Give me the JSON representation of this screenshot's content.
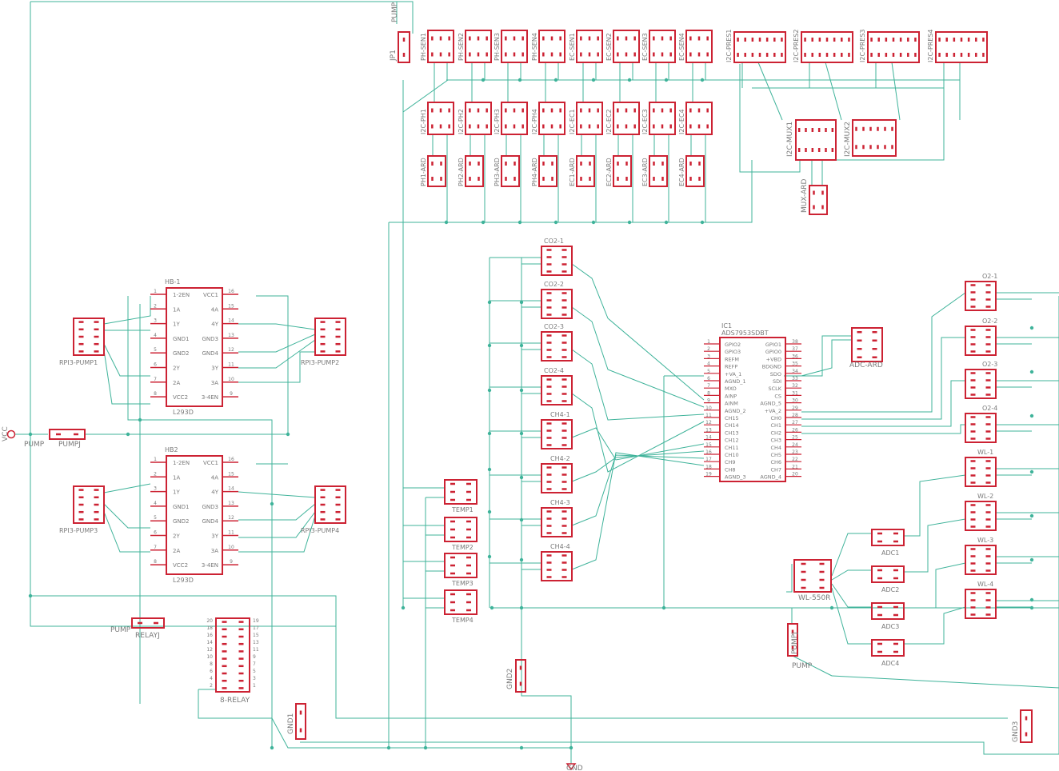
{
  "colors": {
    "wire": "#3fb39a",
    "part": "#cc2233",
    "text": "#7a7a7a",
    "junction": "#2fa585"
  },
  "headers_top": [
    {
      "name": "PH-SEN1"
    },
    {
      "name": "PH-SEN2"
    },
    {
      "name": "PH-SEN3"
    },
    {
      "name": "PH-SEN4"
    },
    {
      "name": "EC-SEN1"
    },
    {
      "name": "EC-SEN2"
    },
    {
      "name": "EC-SEN3"
    },
    {
      "name": "EC-SEN4"
    }
  ],
  "headers_i2c": [
    {
      "name": "I2C-PH1"
    },
    {
      "name": "I2C-PH2"
    },
    {
      "name": "I2C-PH3"
    },
    {
      "name": "I2C-PH4"
    },
    {
      "name": "I2C-EC1"
    },
    {
      "name": "I2C-EC2"
    },
    {
      "name": "I2C-EC3"
    },
    {
      "name": "I2C-EC4"
    }
  ],
  "headers_ard": [
    {
      "name": "PH1-ARD"
    },
    {
      "name": "PH2-ARD"
    },
    {
      "name": "PH3-ARD"
    },
    {
      "name": "PH4-ARD"
    },
    {
      "name": "EC1-ARD"
    },
    {
      "name": "EC2-ARD"
    },
    {
      "name": "EC3-ARD"
    },
    {
      "name": "EC4-ARD"
    }
  ],
  "pres": [
    {
      "name": "I2C-PRES1"
    },
    {
      "name": "I2C-PRES2"
    },
    {
      "name": "I2C-PRES3"
    },
    {
      "name": "I2C-PRES4"
    }
  ],
  "labels": {
    "pump_top": "PUMP",
    "jp1": "JP1",
    "mux1": "I2C-MUX1",
    "mux2": "I2C-MUX2",
    "mux_ard": "MUX-ARD",
    "vcc": "VCC",
    "pump_left": "PUMP",
    "pumpj": "PUMPJ",
    "pump_relay": "PUMP",
    "relayj": "RELAYJ",
    "relay8": "8-RELAY",
    "gnd1": "GND1",
    "gnd2": "GND2",
    "gnd3": "GND3",
    "gnd": "GND",
    "adc_ard": "ADC-ARD",
    "wl550r": "WL-550R",
    "pump_right": "PUMP",
    "pump_right_j": "PUMPJ"
  },
  "hb": [
    {
      "name": "HB-1",
      "part": "L293D"
    },
    {
      "name": "HB2",
      "part": "L293D"
    }
  ],
  "hb_left_pins": [
    "1-2EN",
    "1A",
    "1Y",
    "GND1",
    "GND2",
    "2Y",
    "2A",
    "VCC2"
  ],
  "hb_right_pins": [
    "VCC1",
    "4A",
    "4Y",
    "GND3",
    "GND4",
    "3Y",
    "3A",
    "3-4EN"
  ],
  "hb_left_nums": [
    "1",
    "2",
    "3",
    "4",
    "5",
    "6",
    "7",
    "8"
  ],
  "hb_right_nums": [
    "16",
    "15",
    "14",
    "13",
    "12",
    "11",
    "10",
    "9"
  ],
  "rpi": [
    {
      "name": "RPI3-PUMP1"
    },
    {
      "name": "RPI3-PUMP2"
    },
    {
      "name": "RPI3-PUMP3"
    },
    {
      "name": "RPI3-PUMP4"
    }
  ],
  "temp": [
    {
      "name": "TEMP1"
    },
    {
      "name": "TEMP2"
    },
    {
      "name": "TEMP3"
    },
    {
      "name": "TEMP4"
    }
  ],
  "co2": [
    {
      "name": "CO2-1"
    },
    {
      "name": "CO2-2"
    },
    {
      "name": "CO2-3"
    },
    {
      "name": "CO2-4"
    }
  ],
  "ch4": [
    {
      "name": "CH4-1"
    },
    {
      "name": "CH4-2"
    },
    {
      "name": "CH4-3"
    },
    {
      "name": "CH4-4"
    }
  ],
  "o2": [
    {
      "name": "O2-1"
    },
    {
      "name": "O2-2"
    },
    {
      "name": "O2-3"
    },
    {
      "name": "O2-4"
    }
  ],
  "wl": [
    {
      "name": "WL-1"
    },
    {
      "name": "WL-2"
    },
    {
      "name": "WL-3"
    },
    {
      "name": "WL-4"
    }
  ],
  "adc": [
    {
      "name": "ADC1"
    },
    {
      "name": "ADC2"
    },
    {
      "name": "ADC3"
    },
    {
      "name": "ADC4"
    }
  ],
  "ic1": {
    "ref": "IC1",
    "part": "ADS7953SDBT",
    "left_nums": [
      "1",
      "2",
      "3",
      "4",
      "5",
      "6",
      "7",
      "8",
      "9",
      "10",
      "11",
      "12",
      "13",
      "14",
      "15",
      "16",
      "17",
      "18",
      "19"
    ],
    "left": [
      "GPIO2",
      "GPIO3",
      "REFM",
      "REFP",
      "+VA_1",
      "AGND_1",
      "MXO",
      "AINP",
      "AINM",
      "AGND_2",
      "CH15",
      "CH14",
      "CH13",
      "CH12",
      "CH11",
      "CH10",
      "CH9",
      "CH8",
      "AGND_3"
    ],
    "right_nums": [
      "38",
      "37",
      "36",
      "35",
      "34",
      "33",
      "32",
      "31",
      "30",
      "29",
      "28",
      "27",
      "26",
      "25",
      "24",
      "23",
      "22",
      "21",
      "20"
    ],
    "right": [
      "GPIO1",
      "GPIO0",
      "+VBD",
      "BDGND",
      "SDO",
      "SDI",
      "SCLK",
      "CS",
      "AGND_5",
      "+VA_2",
      "CH0",
      "CH1",
      "CH2",
      "CH3",
      "CH4",
      "CH5",
      "CH6",
      "CH7",
      "AGND_4"
    ]
  }
}
